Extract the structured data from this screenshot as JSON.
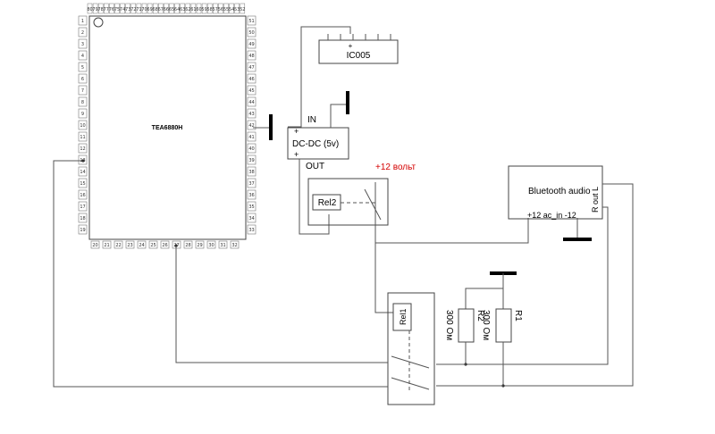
{
  "ic_main": {
    "name": "TEA6880H",
    "left_pins": [
      "1",
      "2",
      "3",
      "4",
      "5",
      "6",
      "7",
      "8",
      "9",
      "10",
      "11",
      "12",
      "13",
      "14",
      "15",
      "16",
      "17",
      "18",
      "19"
    ],
    "right_pins": [
      "51",
      "50",
      "49",
      "48",
      "47",
      "46",
      "45",
      "44",
      "43",
      "42",
      "41",
      "40",
      "39",
      "38",
      "37",
      "36",
      "35",
      "34",
      "33"
    ],
    "top_pins": [
      "80",
      "79",
      "78",
      "77",
      "76",
      "75",
      "74",
      "73",
      "72",
      "71",
      "70",
      "69",
      "68",
      "67",
      "66",
      "65",
      "64",
      "63",
      "62",
      "61",
      "60",
      "59",
      "58",
      "57",
      "56",
      "55",
      "54",
      "53",
      "52"
    ],
    "bottom_pins": [
      "20",
      "21",
      "22",
      "23",
      "24",
      "25",
      "26",
      "27",
      "28",
      "29",
      "30",
      "31",
      "32"
    ]
  },
  "ic005": {
    "label": "IC005",
    "plus": "+"
  },
  "dcdc": {
    "label": "DC-DC (5v)",
    "in": "IN",
    "out": "OUT",
    "plus_in": "+",
    "plus_out": "+"
  },
  "rel2": {
    "label": "Rel2"
  },
  "rel1": {
    "label": "Rel1"
  },
  "supply_note": {
    "text": "+12 вольт",
    "color": "#d40000"
  },
  "bluetooth": {
    "label": "Bluetooth audio",
    "pins": "+12 ac_in -12",
    "rout": "R out L"
  },
  "r2": {
    "name": "R2",
    "value": "300 Ом"
  },
  "r1": {
    "name": "R1",
    "value": "300 Ом"
  }
}
